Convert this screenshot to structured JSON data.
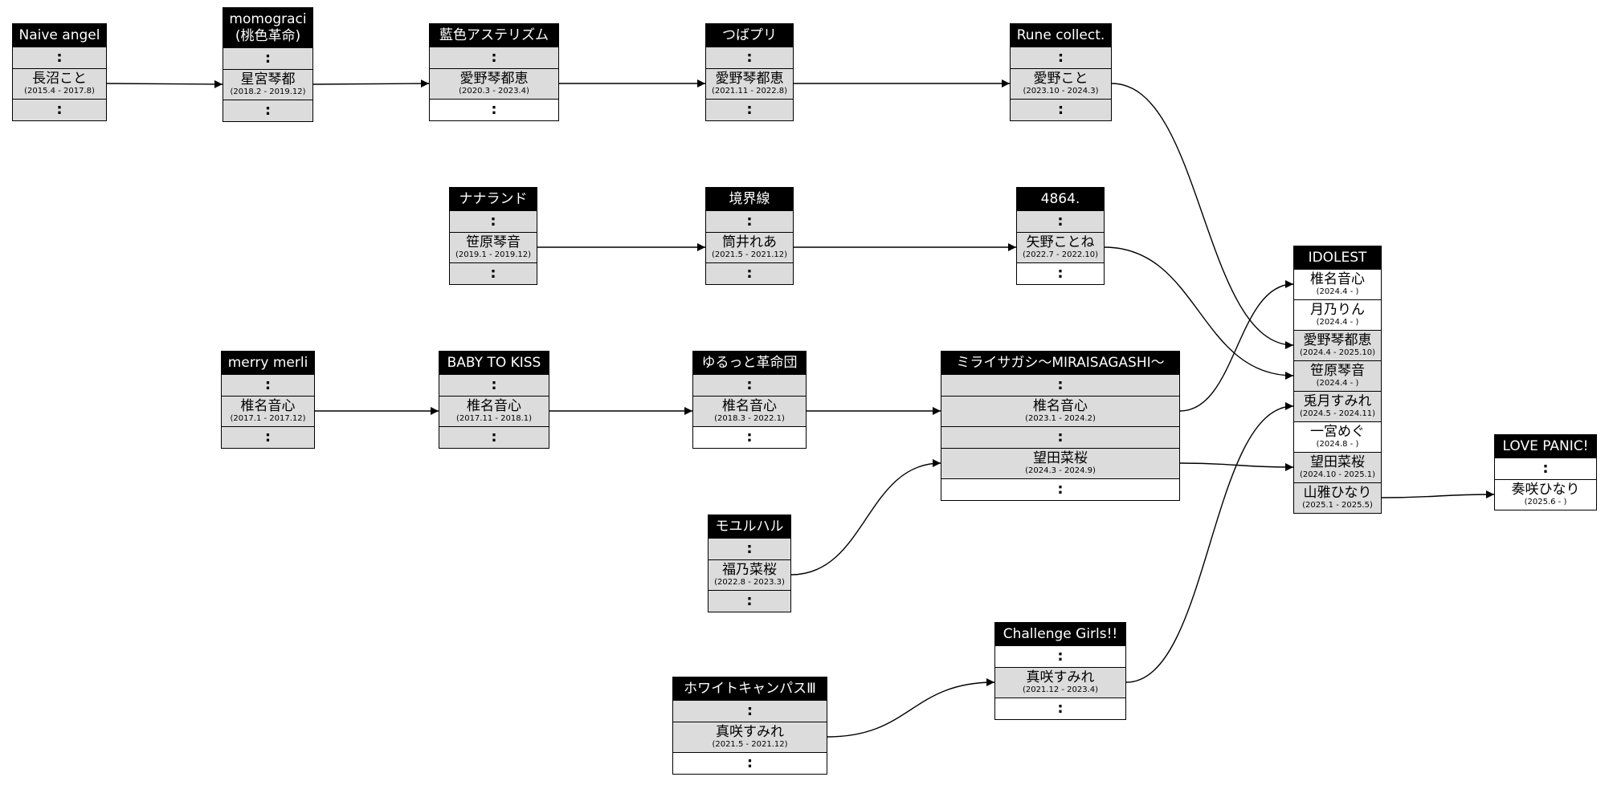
{
  "diagram": {
    "groups": [
      {
        "id": "naive_angel",
        "title_lines": [
          "Naive angel"
        ],
        "rows": [
          {
            "type": "dots",
            "bg": "gray"
          },
          {
            "type": "member",
            "name": "長沼こと",
            "period": "(2015.4 - 2017.8)",
            "bg": "gray"
          },
          {
            "type": "dots",
            "bg": "gray"
          }
        ]
      },
      {
        "id": "momograci",
        "title_lines": [
          "momograci",
          "(桃色革命)"
        ],
        "rows": [
          {
            "type": "dots",
            "bg": "gray"
          },
          {
            "type": "member",
            "name": "星宮琴都",
            "period": "(2018.2 - 2019.12)",
            "bg": "gray"
          },
          {
            "type": "dots",
            "bg": "gray"
          }
        ]
      },
      {
        "id": "aiiro",
        "title_lines": [
          "藍色アステリズム"
        ],
        "rows": [
          {
            "type": "dots",
            "bg": "gray"
          },
          {
            "type": "member",
            "name": "愛野琴都恵",
            "period": "(2020.3 - 2023.4)",
            "bg": "gray"
          },
          {
            "type": "dots",
            "bg": "white"
          }
        ]
      },
      {
        "id": "tsubapuri",
        "title_lines": [
          "つばプリ"
        ],
        "rows": [
          {
            "type": "dots",
            "bg": "gray"
          },
          {
            "type": "member",
            "name": "愛野琴都恵",
            "period": "(2021.11 - 2022.8)",
            "bg": "gray"
          },
          {
            "type": "dots",
            "bg": "gray"
          }
        ]
      },
      {
        "id": "rune",
        "title_lines": [
          "Rune collect."
        ],
        "rows": [
          {
            "type": "dots",
            "bg": "gray"
          },
          {
            "type": "member",
            "name": "愛野こと",
            "period": "(2023.10 - 2024.3)",
            "bg": "gray"
          },
          {
            "type": "dots",
            "bg": "gray"
          }
        ]
      },
      {
        "id": "nanaland",
        "title_lines": [
          "ナナランド"
        ],
        "rows": [
          {
            "type": "dots",
            "bg": "gray"
          },
          {
            "type": "member",
            "name": "笹原琴音",
            "period": "(2019.1 - 2019.12)",
            "bg": "gray"
          },
          {
            "type": "dots",
            "bg": "gray"
          }
        ]
      },
      {
        "id": "kyokaisen",
        "title_lines": [
          "境界線"
        ],
        "rows": [
          {
            "type": "dots",
            "bg": "gray"
          },
          {
            "type": "member",
            "name": "筒井れあ",
            "period": "(2021.5 - 2021.12)",
            "bg": "gray"
          },
          {
            "type": "dots",
            "bg": "gray"
          }
        ]
      },
      {
        "id": "g4864",
        "title_lines": [
          "4864."
        ],
        "rows": [
          {
            "type": "dots",
            "bg": "gray"
          },
          {
            "type": "member",
            "name": "矢野ことね",
            "period": "(2022.7 - 2022.10)",
            "bg": "gray"
          },
          {
            "type": "dots",
            "bg": "white"
          }
        ]
      },
      {
        "id": "merry",
        "title_lines": [
          "merry merli"
        ],
        "rows": [
          {
            "type": "dots",
            "bg": "gray"
          },
          {
            "type": "member",
            "name": "椎名音心",
            "period": "(2017.1 - 2017.12)",
            "bg": "gray"
          },
          {
            "type": "dots",
            "bg": "gray"
          }
        ]
      },
      {
        "id": "babytokiss",
        "title_lines": [
          "BABY TO KISS"
        ],
        "rows": [
          {
            "type": "dots",
            "bg": "gray"
          },
          {
            "type": "member",
            "name": "椎名音心",
            "period": "(2017.11 - 2018.1)",
            "bg": "gray"
          },
          {
            "type": "dots",
            "bg": "gray"
          }
        ]
      },
      {
        "id": "yurutto",
        "title_lines": [
          "ゆるっと革命団"
        ],
        "rows": [
          {
            "type": "dots",
            "bg": "gray"
          },
          {
            "type": "member",
            "name": "椎名音心",
            "period": "(2018.3 - 2022.1)",
            "bg": "gray"
          },
          {
            "type": "dots",
            "bg": "white"
          }
        ]
      },
      {
        "id": "miraisagashi",
        "title_lines": [
          "ミライサガシ〜MIRAISAGASHI〜"
        ],
        "rows": [
          {
            "type": "dots",
            "bg": "gray"
          },
          {
            "type": "member",
            "name": "椎名音心",
            "period": "(2023.1 - 2024.2)",
            "bg": "gray"
          },
          {
            "type": "dots",
            "bg": "gray"
          },
          {
            "type": "member",
            "name": "望田菜桜",
            "period": "(2024.3 - 2024.9)",
            "bg": "gray"
          },
          {
            "type": "dots",
            "bg": "white"
          }
        ]
      },
      {
        "id": "moyuruharu",
        "title_lines": [
          "モユルハル"
        ],
        "rows": [
          {
            "type": "dots",
            "bg": "gray"
          },
          {
            "type": "member",
            "name": "福乃菜桜",
            "period": "(2022.8 - 2023.3)",
            "bg": "gray"
          },
          {
            "type": "dots",
            "bg": "gray"
          }
        ]
      },
      {
        "id": "challenge",
        "title_lines": [
          "Challenge Girls!!"
        ],
        "rows": [
          {
            "type": "dots",
            "bg": "white"
          },
          {
            "type": "member",
            "name": "真咲すみれ",
            "period": "(2021.12 - 2023.4)",
            "bg": "gray"
          },
          {
            "type": "dots",
            "bg": "white"
          }
        ]
      },
      {
        "id": "whitecampus",
        "title_lines": [
          "ホワイトキャンパスⅢ"
        ],
        "rows": [
          {
            "type": "dots",
            "bg": "gray"
          },
          {
            "type": "member",
            "name": "真咲すみれ",
            "period": "(2021.5 - 2021.12)",
            "bg": "gray"
          },
          {
            "type": "dots",
            "bg": "white"
          }
        ]
      },
      {
        "id": "idolest",
        "title_lines": [
          "IDOLEST"
        ],
        "rows": [
          {
            "type": "member",
            "name": "椎名音心",
            "period": "(2024.4 - )",
            "bg": "white"
          },
          {
            "type": "member",
            "name": "月乃りん",
            "period": "(2024.4 - )",
            "bg": "white"
          },
          {
            "type": "member",
            "name": "愛野琴都恵",
            "period": "(2024.4 - 2025.10)",
            "bg": "gray"
          },
          {
            "type": "member",
            "name": "笹原琴音",
            "period": "(2024.4 - )",
            "bg": "gray"
          },
          {
            "type": "member",
            "name": "兎月すみれ",
            "period": "(2024.5 - 2024.11)",
            "bg": "gray"
          },
          {
            "type": "member",
            "name": "一宮めぐ",
            "period": "(2024.8 - )",
            "bg": "white"
          },
          {
            "type": "member",
            "name": "望田菜桜",
            "period": "(2024.10 - 2025.1)",
            "bg": "gray"
          },
          {
            "type": "member",
            "name": "山雅ひなり",
            "period": "(2025.1 - 2025.5)",
            "bg": "gray"
          }
        ]
      },
      {
        "id": "lovepanic",
        "title_lines": [
          "LOVE PANIC!"
        ],
        "rows": [
          {
            "type": "dots",
            "bg": "white"
          },
          {
            "type": "member",
            "name": "奏咲ひなり",
            "period": "(2025.6 - )",
            "bg": "white"
          }
        ]
      }
    ],
    "edges": [
      {
        "from": "naive_angel",
        "from_row": 1,
        "to": "momograci",
        "to_row": 1
      },
      {
        "from": "momograci",
        "from_row": 1,
        "to": "aiiro",
        "to_row": 1
      },
      {
        "from": "aiiro",
        "from_row": 1,
        "to": "tsubapuri",
        "to_row": 1
      },
      {
        "from": "tsubapuri",
        "from_row": 1,
        "to": "rune",
        "to_row": 1
      },
      {
        "from": "rune",
        "from_row": 1,
        "to": "idolest",
        "to_row": 2
      },
      {
        "from": "nanaland",
        "from_row": 1,
        "to": "kyokaisen",
        "to_row": 1
      },
      {
        "from": "kyokaisen",
        "from_row": 1,
        "to": "g4864",
        "to_row": 1
      },
      {
        "from": "g4864",
        "from_row": 1,
        "to": "idolest",
        "to_row": 3
      },
      {
        "from": "merry",
        "from_row": 1,
        "to": "babytokiss",
        "to_row": 1
      },
      {
        "from": "babytokiss",
        "from_row": 1,
        "to": "yurutto",
        "to_row": 1
      },
      {
        "from": "yurutto",
        "from_row": 1,
        "to": "miraisagashi",
        "to_row": 1
      },
      {
        "from": "miraisagashi",
        "from_row": 1,
        "to": "idolest",
        "to_row": 0
      },
      {
        "from": "moyuruharu",
        "from_row": 1,
        "to": "miraisagashi",
        "to_row": 3
      },
      {
        "from": "miraisagashi",
        "from_row": 3,
        "to": "idolest",
        "to_row": 6
      },
      {
        "from": "whitecampus",
        "from_row": 1,
        "to": "challenge",
        "to_row": 1
      },
      {
        "from": "challenge",
        "from_row": 1,
        "to": "idolest",
        "to_row": 4
      },
      {
        "from": "idolest",
        "from_row": 7,
        "to": "lovepanic",
        "to_row": 1
      }
    ]
  }
}
